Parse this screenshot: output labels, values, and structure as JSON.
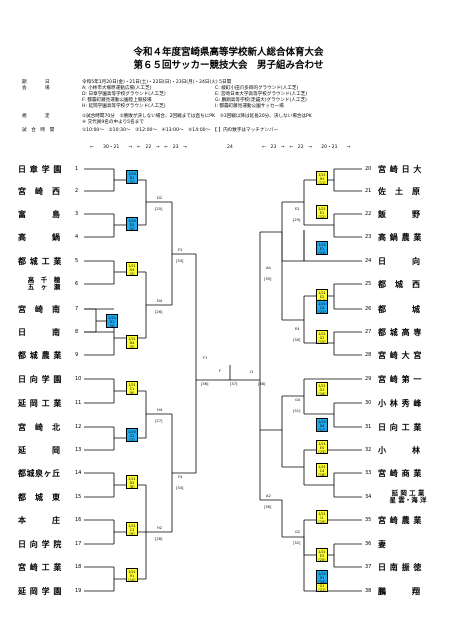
{
  "title1": "令和４年度宮崎県高等学校新人総合体育大会",
  "title2": "第６５回サッカー競技大会　男子組み合わせ",
  "meta": {
    "kikan_label": "期　　　　日",
    "kikan_value": "令和5年1月20日(金)・21日(土)・22日(日)・23日(月)・24日(火)  5日間",
    "kaijo_label": "会　　　　場",
    "venues_left": [
      "A: 小林市大塚原運動広場(人工芝)",
      "D: 日章学園高等学校グラウンド(人工芝)",
      "F: 都農町藤見運動公園陸上競技場",
      "H: 延岡学園高等学校グラウンド(人工芝)"
    ],
    "venues_right": [
      "C: 綾町小田爪多目的グラウンド(人工芝)",
      "E: 宮崎日本大学高等学校グラウンド(人工芝)",
      "G: 鵬翔高等学校(走錨大)グラウンド(人工芝)",
      "I: 都農町藤見運動公園サッカー場"
    ],
    "kitei_label": "規　　　　定",
    "kitei_1": "①試合時間70分　②勝敗が決しない場合、2回戦までは直ちにPK　③3回戦以降は延長20分、決しない場合はPK",
    "kitei_2": "④ 交代員9名の中より5名まで",
    "jikan_label": "試　合　時　間",
    "jikan_value": "①10:00～　②10:30～　③12:00～　④13:00～　⑤14:00～　【 】内の数字はマッチナンバー"
  },
  "dates_row": {
    "left": "←　　30・21　　→　←　22　→　←　23　→",
    "center": "24",
    "right": "←　23　→　←　22　→　　20・21　　→"
  },
  "teams_left": [
    {
      "n": "1",
      "name": "日 章 学 園"
    },
    {
      "n": "2",
      "name": "宮　崎　西"
    },
    {
      "n": "3",
      "name": "富　　　島"
    },
    {
      "n": "4",
      "name": "高　　　鍋"
    },
    {
      "n": "5",
      "name": "都 城 工 業"
    },
    {
      "n": "6",
      "name": "高千穂・五ヶ瀬",
      "two_line": true,
      "line1": "高　千　穂",
      "line2": "五　ヶ　瀬"
    },
    {
      "n": "7",
      "name": "宮　崎　南"
    },
    {
      "n": "8",
      "name": "日　　　南"
    },
    {
      "n": "9",
      "name": "都 城 農 業"
    },
    {
      "n": "10",
      "name": "日 向 学 園"
    },
    {
      "n": "11",
      "name": "延 岡 工 業"
    },
    {
      "n": "12",
      "name": "宮　崎　北"
    },
    {
      "n": "13",
      "name": "延　　　岡"
    },
    {
      "n": "14",
      "name": "都城泉ヶ丘"
    },
    {
      "n": "15",
      "name": "都　城　東"
    },
    {
      "n": "16",
      "name": "本　　　庄"
    },
    {
      "n": "17",
      "name": "日 向 学 院"
    },
    {
      "n": "18",
      "name": "宮 崎 工 業"
    },
    {
      "n": "19",
      "name": "延 岡 学 園"
    }
  ],
  "teams_right": [
    {
      "n": "20",
      "name": "宮 崎 日 大"
    },
    {
      "n": "21",
      "name": "佐　土　原"
    },
    {
      "n": "22",
      "name": "飯　　　野"
    },
    {
      "n": "23",
      "name": "高 鍋 農 業"
    },
    {
      "n": "24",
      "name": "日　　　向"
    },
    {
      "n": "25",
      "name": "都　城　西"
    },
    {
      "n": "26",
      "name": "都　　　城"
    },
    {
      "n": "27",
      "name": "都 城 高 専"
    },
    {
      "n": "28",
      "name": "宮 崎 大 宮"
    },
    {
      "n": "29",
      "name": "宮 崎 第 一"
    },
    {
      "n": "30",
      "name": "小 林 秀 峰"
    },
    {
      "n": "31",
      "name": "日 向 工 業"
    },
    {
      "n": "32",
      "name": "小　　　林"
    },
    {
      "n": "33",
      "name": "宮 崎 商 業"
    },
    {
      "n": "34",
      "name": "延岡工業・星雲・海洋",
      "two_line": true,
      "line1": "延 岡 工 業",
      "line2": "星 雲・海 洋"
    },
    {
      "n": "35",
      "name": "宮 崎 農 業"
    },
    {
      "n": "36",
      "name": "妻"
    },
    {
      "n": "37",
      "name": "日 南 振 徳"
    },
    {
      "n": "38",
      "name": "鵬　　　翔"
    }
  ],
  "boxes": [
    {
      "t": "1/20\nD1\n[1]",
      "c": "cyan"
    },
    {
      "t": "1/20\nD2\n[2]",
      "c": "cyan"
    },
    {
      "t": "1/21\nG4\n[3]",
      "c": "yellow"
    },
    {
      "t": "1/20\nG1\n[4]",
      "c": "cyan"
    },
    {
      "t": "1/21\nD4\n[5]",
      "c": "yellow"
    },
    {
      "t": "1/21\nC1\n[6]",
      "c": "yellow"
    },
    {
      "t": "1/20\nC2\n[7]",
      "c": "cyan"
    },
    {
      "t": "1/21\nD3\n[8]",
      "c": "yellow"
    },
    {
      "t": "1/21\nC3\n[9]",
      "c": "yellow"
    },
    {
      "t": "1/21\nH1\n[10]",
      "c": "yellow"
    },
    {
      "t": "1/21\nH2\n[11]",
      "c": "yellow"
    },
    {
      "t": "1/21\nE1\n[12]",
      "c": "yellow"
    },
    {
      "t": "1/20\nE1\n[13]",
      "c": "cyan"
    },
    {
      "t": "1/21\nE2\n[14]",
      "c": "yellow"
    },
    {
      "t": "1/21\nG2\n[15]",
      "c": "yellow"
    },
    {
      "t": "1/21\nG3\n[16]",
      "c": "yellow"
    },
    {
      "t": "1/20\nD4\n[17]",
      "c": "cyan"
    },
    {
      "t": "1/21\nC4\n[18]",
      "c": "yellow"
    },
    {
      "t": "1/21\nI1\n[19]",
      "c": "yellow"
    },
    {
      "t": "1/21\nE3\n[20]",
      "c": "yellow"
    },
    {
      "t": "1/21\nG1\n[21]",
      "c": "yellow"
    },
    {
      "t": "1/20\nC4\n[22]",
      "c": "cyan"
    },
    {
      "t": "1/21\nE4\n[23]",
      "c": "yellow"
    },
    {
      "t": "1/20\nH1\n[24]",
      "c": "cyan"
    }
  ],
  "labels": {
    "d2": "D2",
    "d2n": "[25]",
    "d4": "D4",
    "d4n": "[26]",
    "h4": "H4",
    "h4n": "[27]",
    "h2": "H2",
    "h2n": "[28]",
    "e2": "E2",
    "e2n": "[29]",
    "e4": "E4",
    "e4n": "[30]",
    "g4": "G4",
    "g4n": "[31]",
    "g2": "G2",
    "g2n": "[32]",
    "f2": "F2",
    "f2n": "[33]",
    "f4": "F4",
    "f4n": "[34]",
    "a4": "A4",
    "a4n": "[35]",
    "a2": "A2",
    "a2n": "[36]",
    "f1": "F1",
    "f1n": "[36]",
    "i1": "I1",
    "i1n": "[38]",
    "fin": "F",
    "finn": "[37]"
  }
}
